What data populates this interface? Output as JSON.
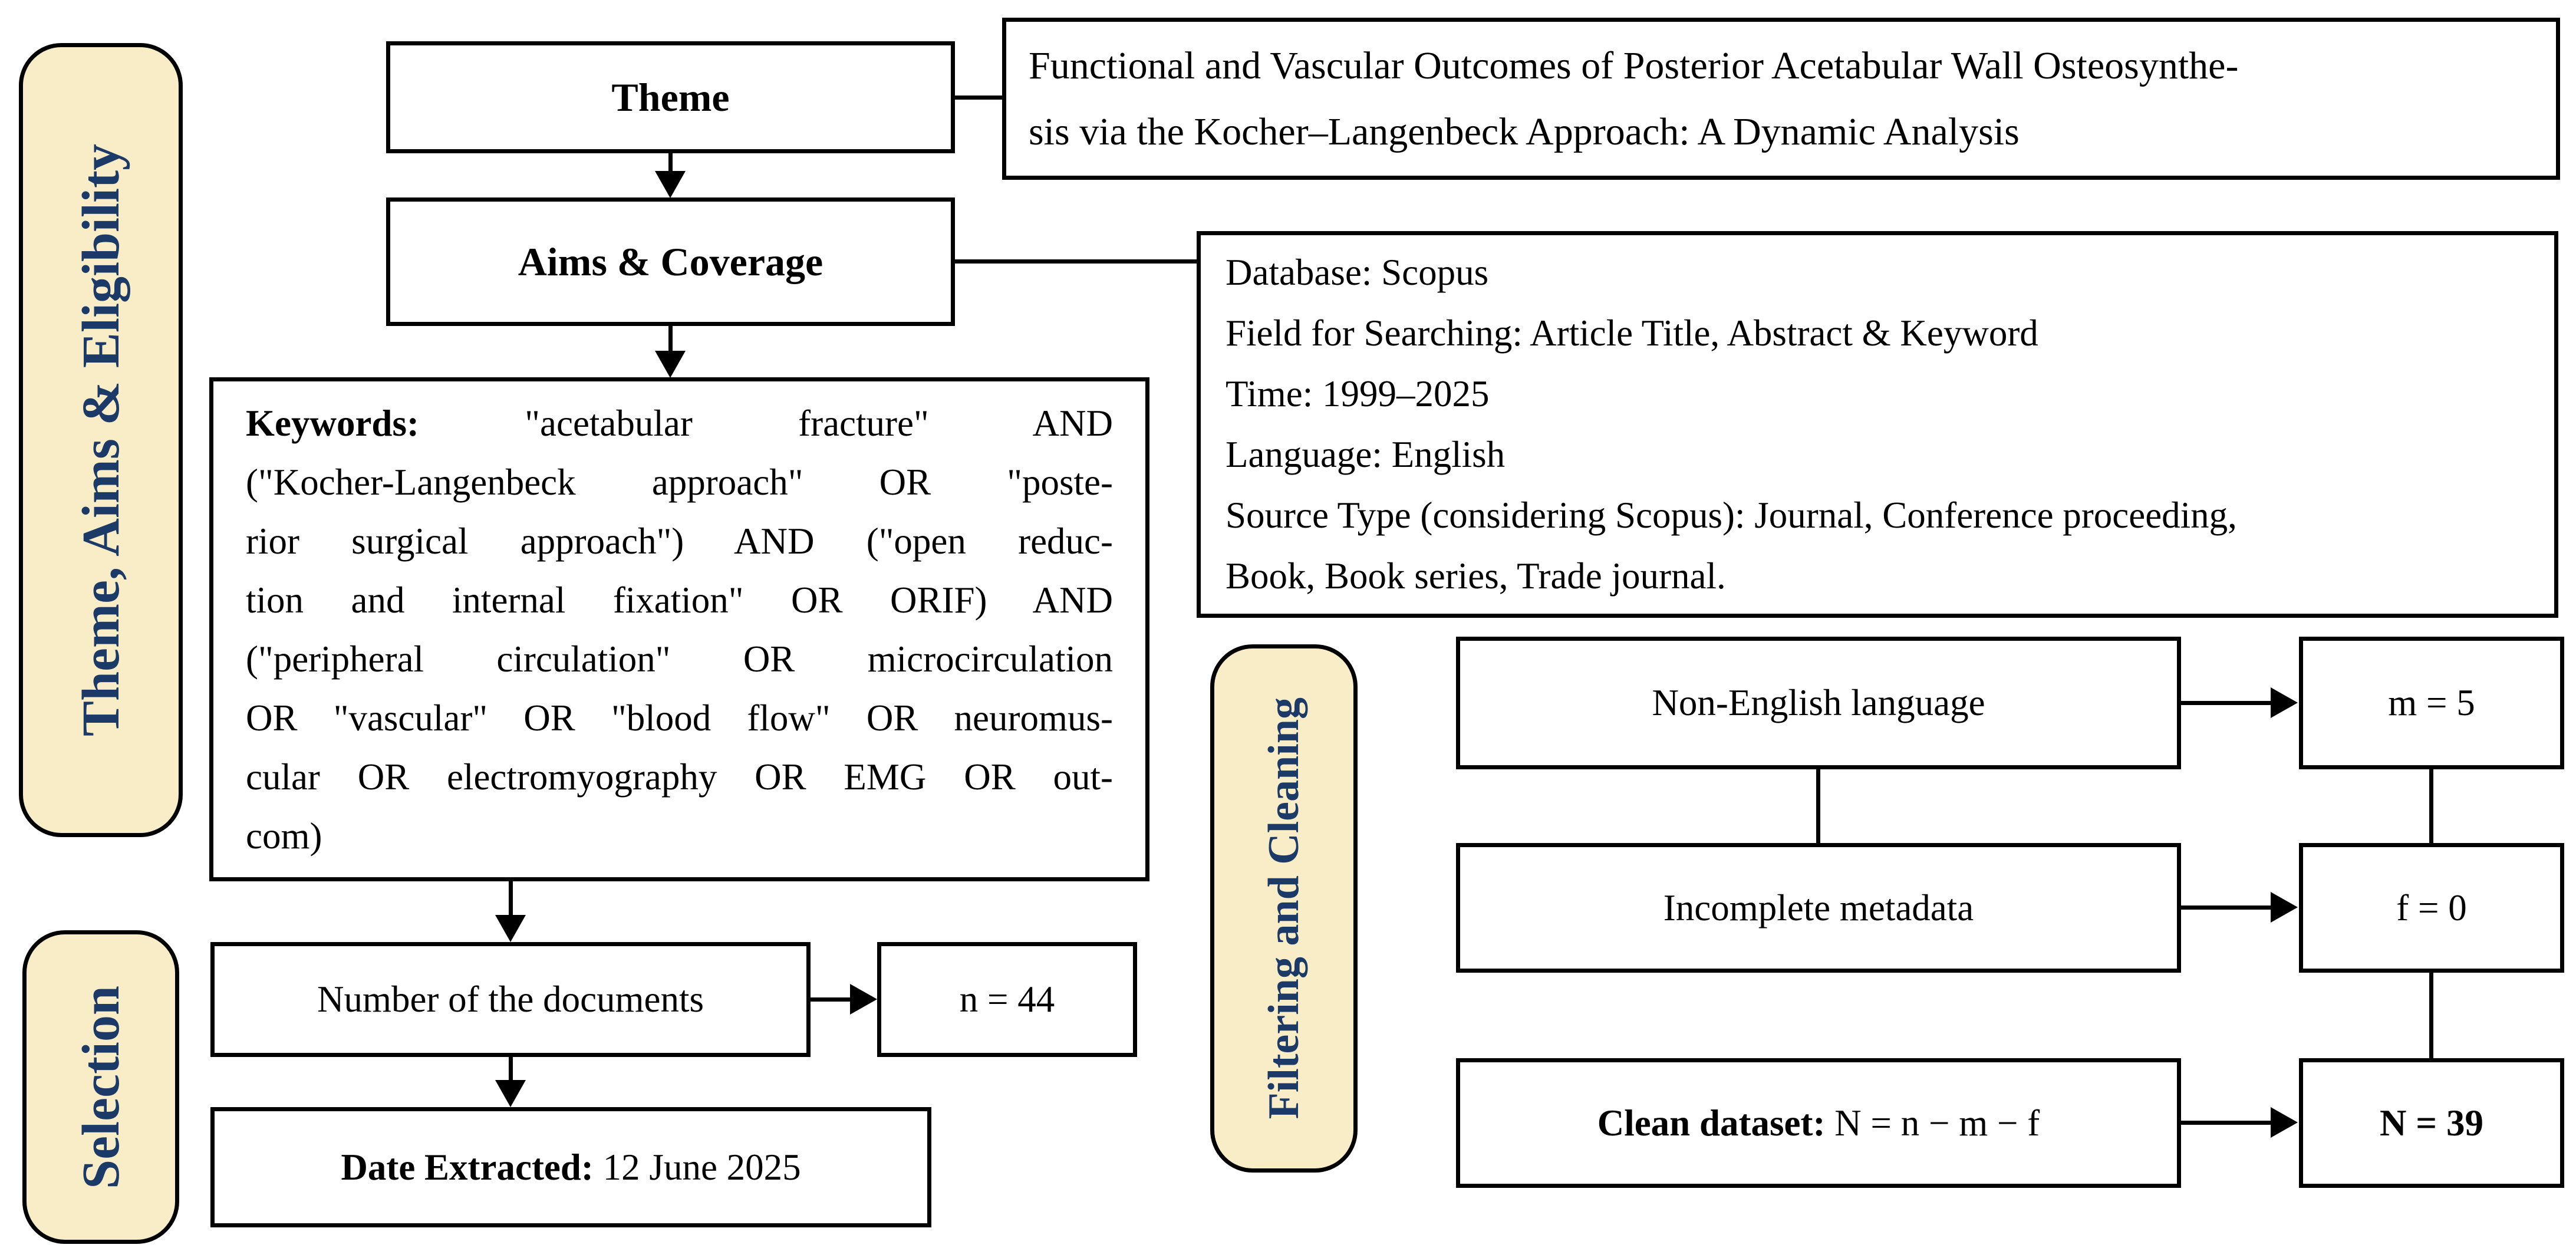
{
  "colors": {
    "section_fill": "#f9edc8",
    "section_text": "#1b3a68",
    "line": "#000000",
    "box_bg": "#ffffff"
  },
  "sections": {
    "theme_aims_eligibility": "Theme, Aims & Eligibility",
    "selection": "Selection",
    "filtering_cleaning": "Filtering and Cleaning"
  },
  "theme_box": {
    "label": "Theme"
  },
  "title_box": {
    "line1": "Functional and Vascular Outcomes of Posterior Acetabular Wall Osteosynthe-",
    "line2": "sis via the Kocher–Langenbeck Approach: A Dynamic Analysis"
  },
  "aims_box": {
    "label": "Aims & Coverage"
  },
  "database_box": {
    "line1": "Database: Scopus",
    "line2": "Field for Searching: Article Title, Abstract & Keyword",
    "line3": "Time: 1999–2025",
    "line4": "Language: English",
    "line5": "Source Type (considering Scopus): Journal, Conference proceeding,",
    "line6": "Book, Book series, Trade journal."
  },
  "keywords_box": {
    "label": "Keywords:",
    "line1_rest": "\"acetabular fracture\" AND",
    "line2": "(\"Kocher-Langenbeck approach\" OR \"poste-",
    "line3": "rior surgical approach\") AND (\"open reduc-",
    "line4": "tion and internal fixation\" OR ORIF) AND",
    "line5": "(\"peripheral circulation\" OR microcirculation",
    "line6": "OR \"vascular\" OR \"blood flow\" OR neuromus-",
    "line7": "cular OR electromyography OR EMG OR out-",
    "line8": "com)"
  },
  "number_box": {
    "label": "Number of the documents"
  },
  "n_value_box": {
    "value": "n = 44"
  },
  "date_box": {
    "label": "Date Extracted:",
    "value": "12 June 2025"
  },
  "non_english_box": {
    "label": "Non-English language"
  },
  "m_value_box": {
    "value": "m = 5"
  },
  "incomplete_box": {
    "label": "Incomplete metadata"
  },
  "f_value_box": {
    "value": "f = 0"
  },
  "clean_box": {
    "label": "Clean dataset:",
    "value": "N = n − m − f"
  },
  "N_value_box": {
    "value": "N = 39"
  }
}
